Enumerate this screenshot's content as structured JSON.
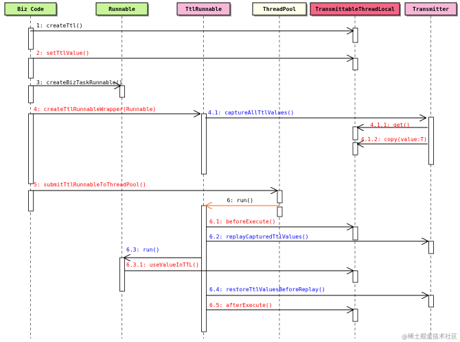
{
  "participants": [
    {
      "label": "Biz Code",
      "fill": "#c8f59a"
    },
    {
      "label": "Runnable",
      "fill": "#c8f59a"
    },
    {
      "label": "TtlRunnable",
      "fill": "#f7b8d8"
    },
    {
      "label": "ThreadPool",
      "fill": "#ffffea"
    },
    {
      "label": "TransmittableThreadLocal",
      "fill": "#f46686"
    },
    {
      "label": "Transmitter",
      "fill": "#f7b8d8"
    }
  ],
  "messages": [
    {
      "label": "1: createTtl()",
      "color": "#000000"
    },
    {
      "label": "2: setTtlValue()",
      "color": "#ff0000"
    },
    {
      "label": "3: createBizTaskRunnable()",
      "color": "#000000"
    },
    {
      "label": "4: createTtlRunnableWrapper(Runnable)",
      "color": "#ff0000"
    },
    {
      "label": "4.1: captureAllTtlValues()",
      "color": "#0000ff"
    },
    {
      "label": "4.1.1: get()",
      "color": "#ff0000"
    },
    {
      "label": "4.1.2: copy(value:T)",
      "color": "#ff0000"
    },
    {
      "label": "5: submitTtlRunnableToThreadPool()",
      "color": "#ff0000"
    },
    {
      "label": "6: run()",
      "color": "#000000"
    },
    {
      "label": "6.1: beforeExecute()",
      "color": "#ff0000"
    },
    {
      "label": "6.2: replayCapturedTtlValues()",
      "color": "#0000ff"
    },
    {
      "label": "6.3: run()",
      "color": "#0000ff"
    },
    {
      "label": "6.3.1: useValueInTTL()",
      "color": "#ff0000"
    },
    {
      "label": "6.4: restoreTtlValuesBeforeReplay()",
      "color": "#0000ff"
    },
    {
      "label": "6.5: afterExecute()",
      "color": "#ff0000"
    }
  ],
  "watermark": "@稀土掘金技术社区",
  "colors": {
    "lifeline": "#555555",
    "arrow": "#000000",
    "return_arrow": "#ff6600",
    "box_border": "#000000"
  }
}
